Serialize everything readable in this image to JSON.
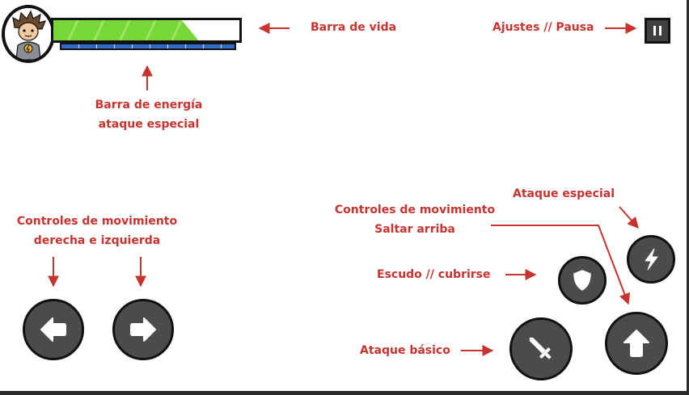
{
  "hud": {
    "health": {
      "label": "Barra de vida",
      "fill": 0.78,
      "color": "#78d83a"
    },
    "energy": {
      "label_line1": "Barra de energía",
      "label_line2": "ataque especial",
      "fill": 1.0,
      "color": "#2f6bc8"
    },
    "pause": {
      "label": "Ajustes // Pausa",
      "icon": "pause-icon"
    }
  },
  "controls": {
    "movement": {
      "label_line1": "Controles de movimiento",
      "label_line2": "derecha e izquierda"
    },
    "jump": {
      "label_line1": "Controles de movimiento",
      "label_line2": "Saltar arriba",
      "icon": "arrow-up-icon"
    },
    "special": {
      "label": "Ataque especial",
      "icon": "lightning-icon"
    },
    "shield": {
      "label": "Escudo // cubrirse",
      "icon": "shield-icon"
    },
    "basic": {
      "label": "Ataque básico",
      "icon": "sword-icon"
    }
  },
  "colors": {
    "annotation": "#c8332f",
    "button": "#4a4c4b",
    "outline": "#111111"
  }
}
